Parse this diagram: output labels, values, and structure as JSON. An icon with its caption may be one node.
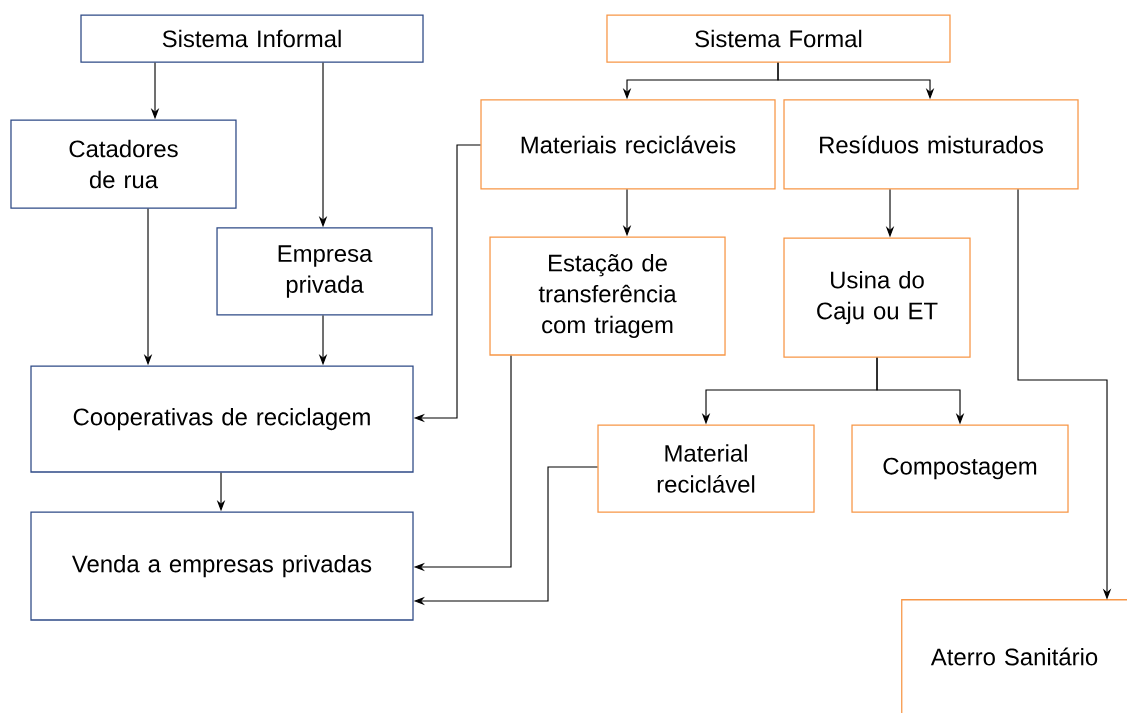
{
  "diagram": {
    "nodes": [
      {
        "text": [
          "Sistema Informal"
        ]
      },
      {
        "text": [
          "Catadores de rua"
        ]
      },
      {
        "text": [
          "Empresa privada"
        ]
      },
      {
        "text": [
          "Cooperativas de reciclagem"
        ]
      },
      {
        "text": [
          "Venda a empresas privadas"
        ]
      },
      {
        "text": [
          "Sistema Formal"
        ]
      },
      {
        "text": [
          "Materiais recicláveis"
        ]
      },
      {
        "text": [
          "Resíduos misturados"
        ]
      },
      {
        "text": [
          "Estação de transferência com triagem"
        ]
      },
      {
        "text": [
          "Usina do Caju ou ET"
        ]
      },
      {
        "text": [
          "Material reciclável"
        ]
      },
      {
        "text": [
          "Compostagem"
        ]
      },
      {
        "text": [
          "Aterro Sanitário"
        ]
      }
    ],
    "edges": [
      {
        "from": 0,
        "to": 1,
        "arrow": "to"
      },
      {
        "from": 0,
        "to": 2,
        "arrow": "to"
      },
      {
        "from": 1,
        "to": 3,
        "arrow": "to"
      },
      {
        "from": 2,
        "to": 3,
        "arrow": "to"
      },
      {
        "from": 3,
        "to": 4,
        "arrow": "to"
      },
      {
        "from": 5,
        "to": 6,
        "arrow": "to"
      },
      {
        "from": 5,
        "to": 7,
        "arrow": "to"
      },
      {
        "from": 6,
        "to": 3,
        "arrow": "to"
      },
      {
        "from": 6,
        "to": 8,
        "arrow": "to"
      },
      {
        "from": 7,
        "to": 9,
        "arrow": "to"
      },
      {
        "from": 7,
        "to": 12,
        "arrow": "to"
      },
      {
        "from": 9,
        "to": 10,
        "arrow": "to"
      },
      {
        "from": 9,
        "to": 11,
        "arrow": "to"
      },
      {
        "from": 8,
        "to": 4,
        "arrow": "to"
      },
      {
        "from": 10,
        "to": 4,
        "arrow": "to"
      }
    ]
  }
}
